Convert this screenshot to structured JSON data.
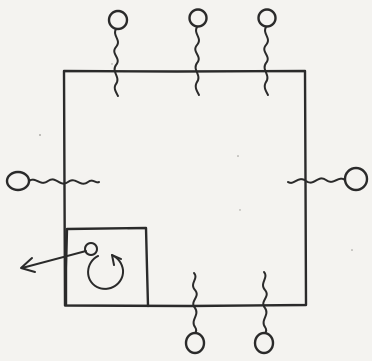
{
  "diagram": {
    "ink_color": "#2a2a2a",
    "paper_color": "#f4f3f0",
    "elements": {
      "outer_square": "rectangle",
      "inner_box": "rectangle",
      "tendrils": [
        {
          "side": "top",
          "icon": "circle-with-wavy-stem"
        },
        {
          "side": "top",
          "icon": "circle-with-wavy-stem"
        },
        {
          "side": "top",
          "icon": "circle-with-wavy-stem"
        },
        {
          "side": "left",
          "icon": "circle-with-wavy-stem"
        },
        {
          "side": "right",
          "icon": "circle-with-wavy-stem"
        },
        {
          "side": "bottom",
          "icon": "circle-with-wavy-stem"
        },
        {
          "side": "bottom",
          "icon": "circle-with-wavy-stem"
        }
      ],
      "inner_symbols": [
        "small-circle",
        "outward-arrow",
        "curved-rotation-arrow"
      ]
    }
  }
}
